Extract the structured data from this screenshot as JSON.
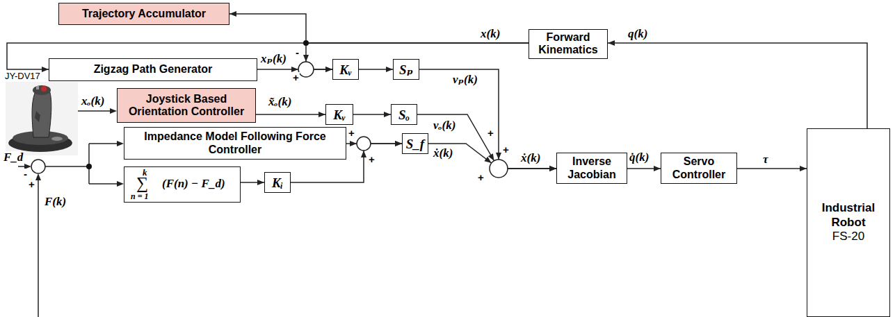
{
  "diagram": {
    "nodes": [
      {
        "text": [
          "Trajectory Accumulator"
        ]
      },
      {
        "text": [
          "Forward Kinematics"
        ]
      },
      {
        "text": [
          "Zigzag Path Generator"
        ]
      },
      {
        "text": [
          "Kᵥ"
        ]
      },
      {
        "text": [
          "Sₚ"
        ]
      },
      {
        "text": [
          "Joystick Based Orientation Controller"
        ]
      },
      {
        "text": [
          "Kᵥ"
        ]
      },
      {
        "text": [
          "Sₒ"
        ]
      },
      {
        "text": [
          "Impedance Model Following Force Controller"
        ]
      },
      {
        "text": [
          "k",
          "∑",
          "n = 1",
          "(F(n) − F_d)"
        ]
      },
      {
        "text": [
          "Kᵢ"
        ]
      },
      {
        "text": [
          "S_f"
        ]
      },
      {
        "text": [
          "Inverse Jacobian"
        ]
      },
      {
        "text": [
          "Servo Controller"
        ]
      },
      {
        "text": [
          "Industrial Robot",
          "FS-20"
        ]
      }
    ],
    "edges": [
      {
        "from": 14,
        "to": 1,
        "arrow": "to",
        "label": "q(k)"
      },
      {
        "from": 1,
        "to": 0,
        "arrow": "to"
      },
      {
        "from": 1,
        "to": 2,
        "arrow": "to"
      },
      {
        "from": 1,
        "to": 3,
        "arrow": "to"
      },
      {
        "from": 2,
        "to": 3,
        "arrow": "to",
        "label": "xₚ(k)"
      },
      {
        "from": 3,
        "to": 4,
        "arrow": "to"
      },
      {
        "from": 4,
        "to": 12,
        "arrow": "to",
        "label": "vₚ(k)"
      },
      {
        "from": 5,
        "to": 6,
        "arrow": "to",
        "label": "x̃ₒ(k)"
      },
      {
        "from": 6,
        "to": 7,
        "arrow": "to"
      },
      {
        "from": 7,
        "to": 12,
        "arrow": "to",
        "label": "vₒ(k)"
      },
      {
        "from": 8,
        "to": 11,
        "arrow": "to"
      },
      {
        "from": 9,
        "to": 10,
        "arrow": "to"
      },
      {
        "from": 10,
        "to": 11,
        "arrow": "to"
      },
      {
        "from": 11,
        "to": 12,
        "arrow": "to",
        "label": "ẋ(k)"
      },
      {
        "from": 12,
        "to": 13,
        "arrow": "to",
        "label": "q̇(k)"
      },
      {
        "from": 13,
        "to": 14,
        "arrow": "to",
        "label": "τ"
      }
    ],
    "labels": [
      "JY-DV17",
      "xₒ(k)",
      "F_d",
      "F(k)",
      "-",
      "+",
      "-",
      "+",
      "+",
      "+",
      "+",
      "+",
      "+",
      "ẋ(k)",
      "x(k)"
    ]
  }
}
